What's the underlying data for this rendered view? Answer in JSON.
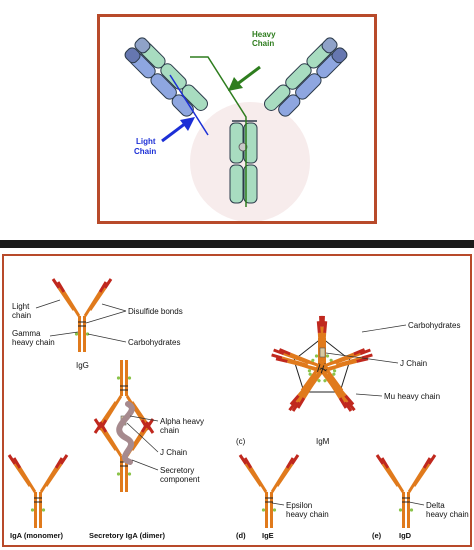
{
  "top_diagram": {
    "heavy_chain_label_line1": "Heavy",
    "heavy_chain_label_line2": "Chain",
    "light_chain_label_line1": "Light",
    "light_chain_label_line2": "Chain"
  },
  "bottom_diagram": {
    "igg": {
      "light_chain_line1": "Light",
      "light_chain_line2": "chain",
      "disulfide_bonds": "Disulfide bonds",
      "gamma_line1": "Gamma",
      "gamma_line2": "heavy chain",
      "carbohydrates": "Carbohydrates",
      "caption": "IgG"
    },
    "igm": {
      "carbohydrates": "Carbohydrates",
      "j_chain": "J Chain",
      "mu_heavy_chain": "Mu heavy chain",
      "panel_letter": "(c)",
      "caption": "IgM"
    },
    "secretory_iga": {
      "alpha_line1": "Alpha heavy",
      "alpha_line2": "chain",
      "j_chain": "J Chain",
      "secretory_line1": "Secretory",
      "secretory_line2": "component",
      "caption": "Secretory IgA (dimer)"
    },
    "iga_monomer": {
      "caption": "IgA (monomer)"
    },
    "ige": {
      "panel_letter": "(d)",
      "caption": "IgE",
      "epsilon_line1": "Epsilon",
      "epsilon_line2": "heavy chain"
    },
    "igd": {
      "panel_letter": "(e)",
      "caption": "IgD",
      "delta_line1": "Delta",
      "delta_line2": "heavy chain"
    }
  },
  "colors": {
    "frame": "#b84a2a",
    "heavy_chain_green": "#a8dcc0",
    "light_chain_blue": "#8ea6e0",
    "antibody_orange": "#e07a1c",
    "tip_red": "#c0281e",
    "carbohydrate_green": "#8bc34a",
    "arrow_green": "#2e7d1e",
    "arrow_blue": "#1c2fd6"
  }
}
